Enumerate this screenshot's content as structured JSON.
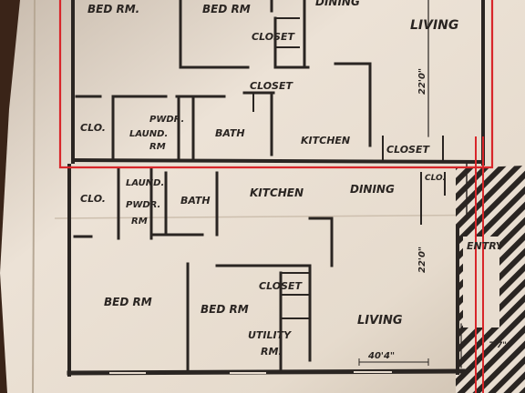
{
  "photo": {
    "subject": "photograph of a printed architectural floor plan on paper",
    "colors": {
      "paper": "#e8ddd0",
      "paper_shadow": "#cfc2b2",
      "ink": "#2a2522",
      "table": "#3a2418",
      "red_markup": "#d8262a"
    }
  },
  "upper_unit": {
    "labels": {
      "bed1": "BED RM.",
      "bed2": "BED RM",
      "dining": "DINING",
      "living": "LIVING",
      "closet_a": "CLOSET",
      "closet_b": "CLOSET",
      "clo": "CLO.",
      "pwdr": "PWDR.",
      "laund": "LAUND.",
      "rm": "RM",
      "bath": "BATH",
      "kitchen": "KITCHEN",
      "closet_c": "CLOSET",
      "dim": "22'0\""
    }
  },
  "lower_unit": {
    "labels": {
      "clo_left": "CLO.",
      "laund": "LAUND.",
      "pwdr": "PWDR.",
      "rm": "RM",
      "bath": "BATH",
      "kitchen": "KITCHEN",
      "dining": "DINING",
      "clo_right": "CLO.",
      "entry": "ENTRY",
      "dim_height": "22'0\"",
      "bed1": "BED RM",
      "bed2": "BED RM",
      "closet": "CLOSET",
      "utility": "UTILITY",
      "utility_rm": "RM.",
      "living": "LIVING",
      "dim_width": "40'4\"",
      "dim_right": "7'7\""
    }
  }
}
